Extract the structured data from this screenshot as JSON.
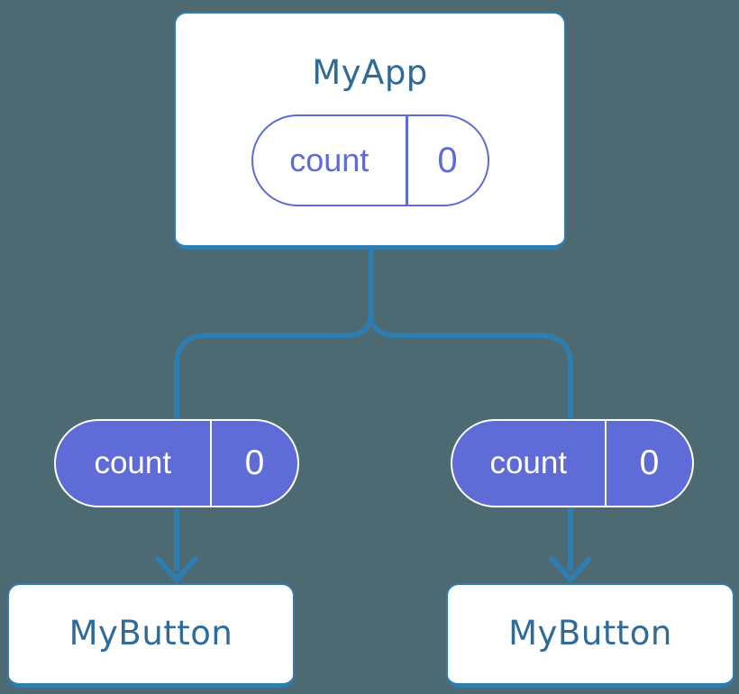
{
  "diagram": {
    "root": {
      "title": "MyApp",
      "state": {
        "name": "count",
        "value": "0"
      }
    },
    "children": [
      {
        "title": "MyButton",
        "state": {
          "name": "count",
          "value": "0"
        }
      },
      {
        "title": "MyButton",
        "state": {
          "name": "count",
          "value": "0"
        }
      }
    ]
  },
  "colors": {
    "background": "#4d6971",
    "line": "#2f7dae",
    "card-bg": "#ffffff",
    "title-text": "#2f6b98",
    "purple": "#5f6bd7",
    "pill-text-on-purple": "#ffffff"
  }
}
